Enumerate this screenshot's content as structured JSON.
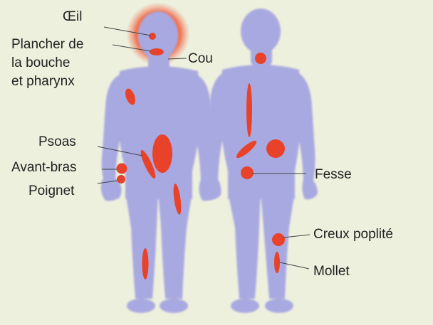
{
  "background": "#eef0de",
  "colors": {
    "body": "#a8a9e0",
    "lesion": "#e8432a",
    "halo": "#ef6240",
    "leader": "#444444"
  },
  "labels": {
    "oeil": "Œil",
    "plancher": [
      "Plancher de",
      "la bouche",
      "et pharynx"
    ],
    "cou": "Cou",
    "psoas": "Psoas",
    "avant_bras": "Avant-bras",
    "poignet": "Poignet",
    "fesse": "Fesse",
    "creux_poplite": "Creux poplité",
    "mollet": "Mollet"
  }
}
